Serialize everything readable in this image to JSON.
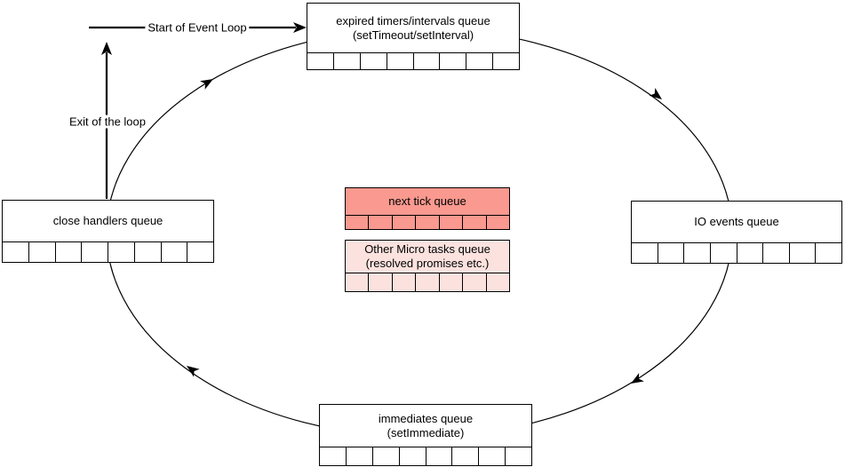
{
  "labels": {
    "start_of_event_loop": "Start of Event Loop",
    "exit_of_loop": "Exit of the loop"
  },
  "queues": {
    "timers": {
      "line1": "expired timers/intervals queue",
      "line2": "(setTimeout/setInterval)",
      "cells": 8
    },
    "io_events": {
      "label": "IO events queue",
      "cells": 8
    },
    "immediates": {
      "line1": "immediates queue",
      "line2": "(setImmediate)",
      "cells": 8
    },
    "close_handlers": {
      "label": "close handlers queue",
      "cells": 8
    },
    "next_tick": {
      "label": "next tick queue",
      "cells": 7
    },
    "microtasks": {
      "line1": "Other Micro tasks queue",
      "line2": "(resolved promises etc.)",
      "cells": 7
    }
  },
  "colors": {
    "stroke": "#000000",
    "box_fill": "#ffffff",
    "next_tick_fill": "#f9998f",
    "microtasks_fill": "#fbe2df"
  }
}
